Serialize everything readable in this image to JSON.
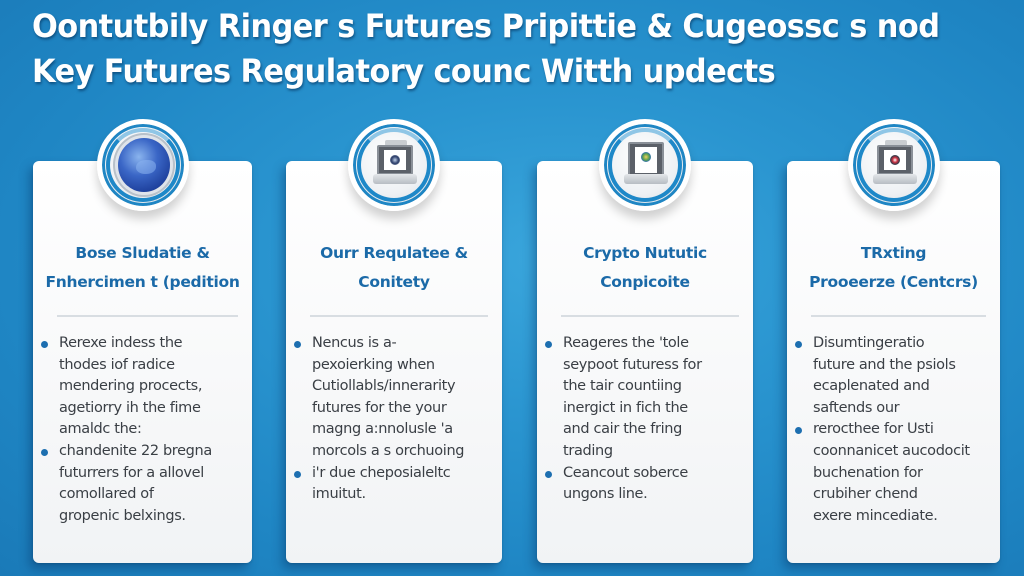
{
  "header": {
    "title_lines": [
      "Oontutbily Ringer s Futures Pripittie & Cugeossc s nod",
      "Key Futures Regulatory counc Witth updects"
    ]
  },
  "colors": {
    "background": "#2a95d0",
    "card_title": "#1b6aa8",
    "bullet_dot": "#1d6fb0",
    "body_text": "#3a3f45",
    "card_bg": "#ffffff"
  },
  "cards": [
    {
      "icon": "globe-icon",
      "title_lines": [
        "Bose Sludatie &",
        "Fnhercimen t (pedition"
      ],
      "bullets": [
        [
          "Rerexe indess the",
          "thodes iof radice",
          "mendering procects,",
          "agetiorry ih the fime",
          "amaldc the:"
        ],
        [
          "chandenite 22 bregna",
          "futurrers for a allovel",
          "comollared of",
          "gropenic belxings."
        ]
      ]
    },
    {
      "icon": "trading-terminal-icon",
      "title_lines": [
        "Ourr Requlatee &",
        "Conitety"
      ],
      "bullets": [
        [
          "Nencus is a-",
          "pexoierking when",
          "Cutiollabls/innerarity",
          "futures for the your",
          "magng a:nnolusle 'a",
          "morcols a s orchuoing"
        ],
        [
          "i'r due cheposialeltc",
          "imuitut."
        ]
      ]
    },
    {
      "icon": "crypto-terminal-icon",
      "title_lines": [
        "Crypto Nututic",
        "Conpicoite"
      ],
      "bullets": [
        [
          "Reageres the 'tole",
          "seypoot futuress for",
          "the tair countiing",
          "inergict in fich the",
          "and cair the fring",
          "trading"
        ],
        [
          "Ceancout soberce",
          "ungons line."
        ]
      ]
    },
    {
      "icon": "trading-center-icon",
      "title_lines": [
        "TRxting",
        "Prooeerze (Centcrs)"
      ],
      "bullets": [
        [
          "Disumtingeratio",
          "future and the psiols",
          "ecaplenated and",
          "saftends our"
        ],
        [
          "rerocthee for Usti",
          "coonnanicet aucodocit",
          "buchenation for",
          "crubiher chend",
          "exere mincediate."
        ]
      ]
    }
  ]
}
